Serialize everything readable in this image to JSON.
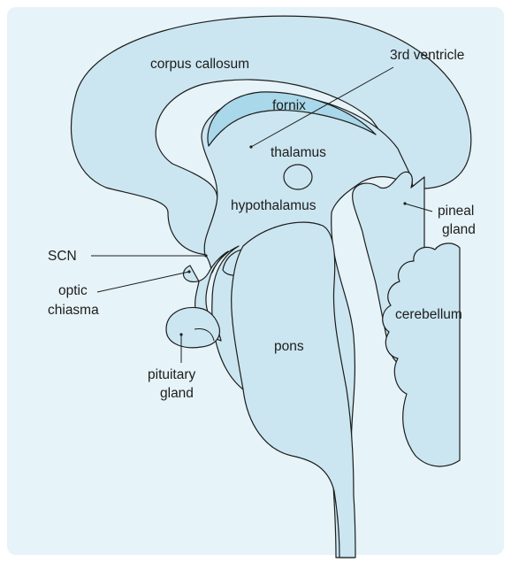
{
  "colors": {
    "background": "#e6f3f9",
    "tissue": "#cbe6f1",
    "fornix": "#a9d8ea",
    "outline": "#1d1d1b"
  },
  "labels": {
    "corpus_callosum": "corpus callosum",
    "third_ventricle": "3rd ventricle",
    "fornix": "fornix",
    "thalamus": "thalamus",
    "hypothalamus": "hypothalamus",
    "pineal_1": "pineal",
    "pineal_2": "gland",
    "scn": "SCN",
    "optic_1": "optic",
    "optic_2": "chiasma",
    "cerebellum": "cerebellum",
    "pons": "pons",
    "pituitary_1": "pituitary",
    "pituitary_2": "gland"
  }
}
